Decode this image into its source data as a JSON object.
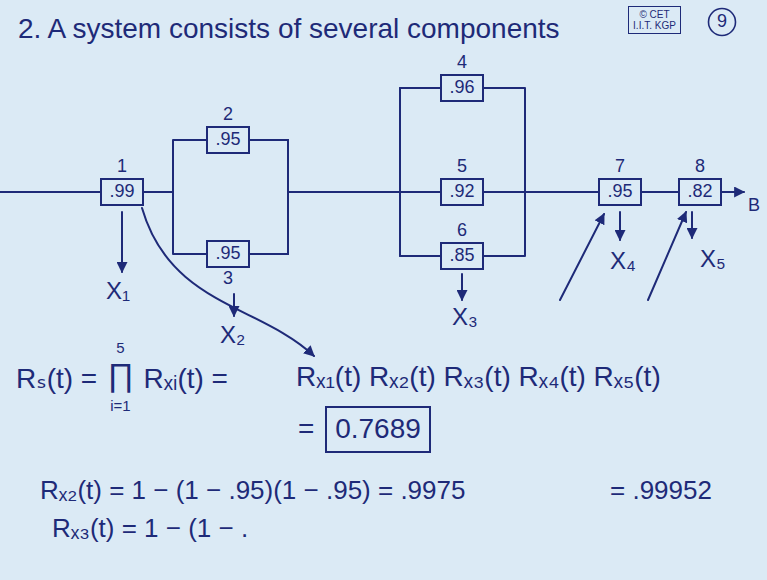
{
  "diagram": {
    "title": "2. A system consists of several components",
    "nodes": [
      {
        "text": [
          "© CET",
          "I.I.T. KGP"
        ]
      },
      {
        "text": [
          "9"
        ]
      },
      {
        "text": [
          "1",
          ".99"
        ]
      },
      {
        "text": [
          "2",
          ".95"
        ]
      },
      {
        "text": [
          "3",
          ".95"
        ]
      },
      {
        "text": [
          "4",
          ".96"
        ]
      },
      {
        "text": [
          "5",
          ".92"
        ]
      },
      {
        "text": [
          "6",
          ".85"
        ]
      },
      {
        "text": [
          "7",
          ".95"
        ]
      },
      {
        "text": [
          "8",
          ".82"
        ]
      },
      {
        "text": [
          "0.7689"
        ]
      }
    ],
    "edges": [
      {
        "from": 2,
        "to": 3,
        "arrow": "none"
      },
      {
        "from": 2,
        "to": 4,
        "arrow": "none"
      },
      {
        "from": 3,
        "to": 5,
        "arrow": "none"
      },
      {
        "from": 3,
        "to": 6,
        "arrow": "none"
      },
      {
        "from": 3,
        "to": 7,
        "arrow": "none"
      },
      {
        "from": 4,
        "to": 5,
        "arrow": "none"
      },
      {
        "from": 4,
        "to": 6,
        "arrow": "none"
      },
      {
        "from": 4,
        "to": 7,
        "arrow": "none"
      },
      {
        "from": 5,
        "to": 8,
        "arrow": "none"
      },
      {
        "from": 6,
        "to": 8,
        "arrow": "none"
      },
      {
        "from": 7,
        "to": 8,
        "arrow": "none"
      },
      {
        "from": 8,
        "to": 9,
        "arrow": "none"
      }
    ],
    "labels": [
      "X₁",
      "X₂",
      "X₃",
      "X₄",
      "X₅",
      "B",
      "Rₛ(t) =",
      "∏",
      "5",
      "i=1",
      "Rₓᵢ(t) =",
      "Rₓ₁(t) Rₓ₂(t) Rₓ₃(t) Rₓ₄(t) Rₓ₅(t)",
      "=",
      "Rₓ₂(t) = 1 − (1 − .95)(1 − .95) = .9975",
      "= .99952",
      "Rₓ₃(t) = 1 − (1 − ."
    ]
  }
}
